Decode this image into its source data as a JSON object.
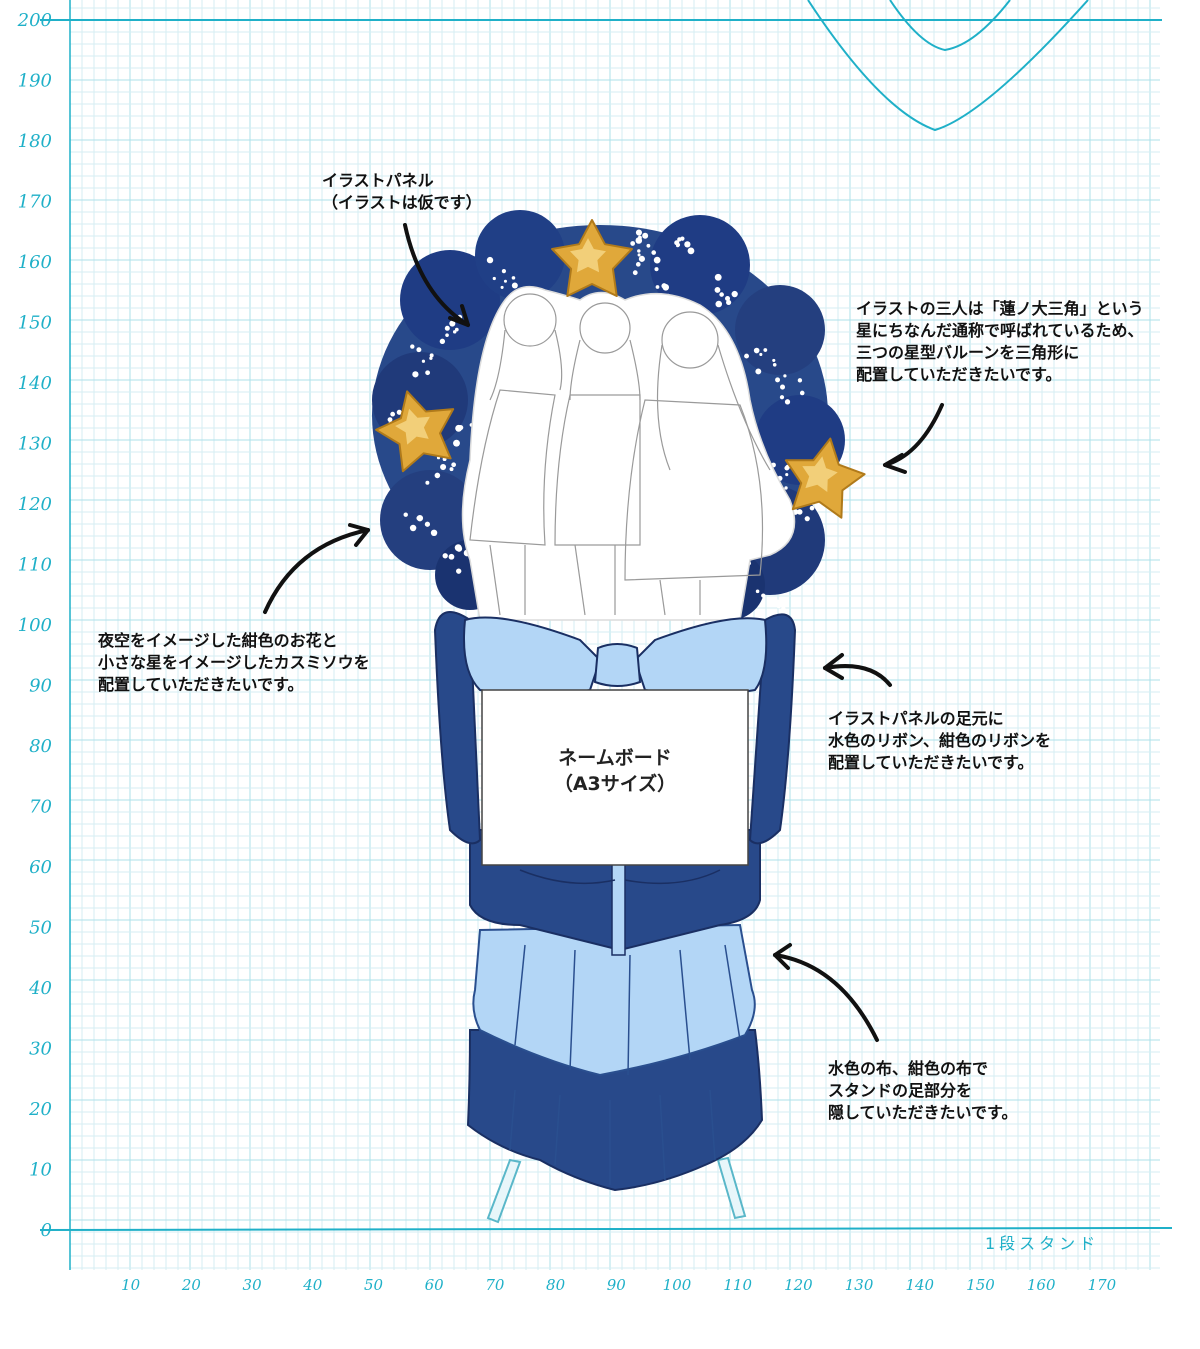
{
  "chart_data": {
    "type": "diagram",
    "y_ticks": [
      "200",
      "190",
      "180",
      "170",
      "160",
      "150",
      "140",
      "130",
      "120",
      "110",
      "100",
      "90",
      "80",
      "70",
      "60",
      "50",
      "40",
      "30",
      "20",
      "10",
      "0"
    ],
    "x_ticks": [
      "10",
      "20",
      "30",
      "40",
      "50",
      "60",
      "70",
      "80",
      "90",
      "100",
      "110",
      "120",
      "130",
      "140",
      "150",
      "160",
      "170"
    ],
    "axis_caption": "1段スタンド",
    "grid": true
  },
  "colors": {
    "grid_minor": "#d5eef3",
    "grid_major": "#aee0ea",
    "axis": "#1fb0c8",
    "navy": "#28498a",
    "navy_dark": "#1d3670",
    "light_blue": "#b3d6f6",
    "star_gold": "#e0a83a",
    "flower_dark": "#1f3c84"
  },
  "annotations": {
    "panel": [
      "イラストパネル",
      "（イラストは仮です）"
    ],
    "balloons": [
      "イラストの三人は「蓮ノ大三角」という",
      "星にちなんだ通称で呼ばれているため、",
      "三つの星型バルーンを三角形に",
      "配置していただきたいです。"
    ],
    "flowers": [
      "夜空をイメージした紺色のお花と",
      "小さな星をイメージしたカスミソウを",
      "配置していただきたいです。"
    ],
    "ribbon": [
      "イラストパネルの足元に",
      "水色のリボン、紺色のリボンを",
      "配置していただきたいです。"
    ],
    "cloth": [
      "水色の布、紺色の布で",
      "スタンドの足部分を",
      "隠していただきたいです。"
    ]
  },
  "name_board": [
    "ネームボード",
    "（A3サイズ）"
  ]
}
